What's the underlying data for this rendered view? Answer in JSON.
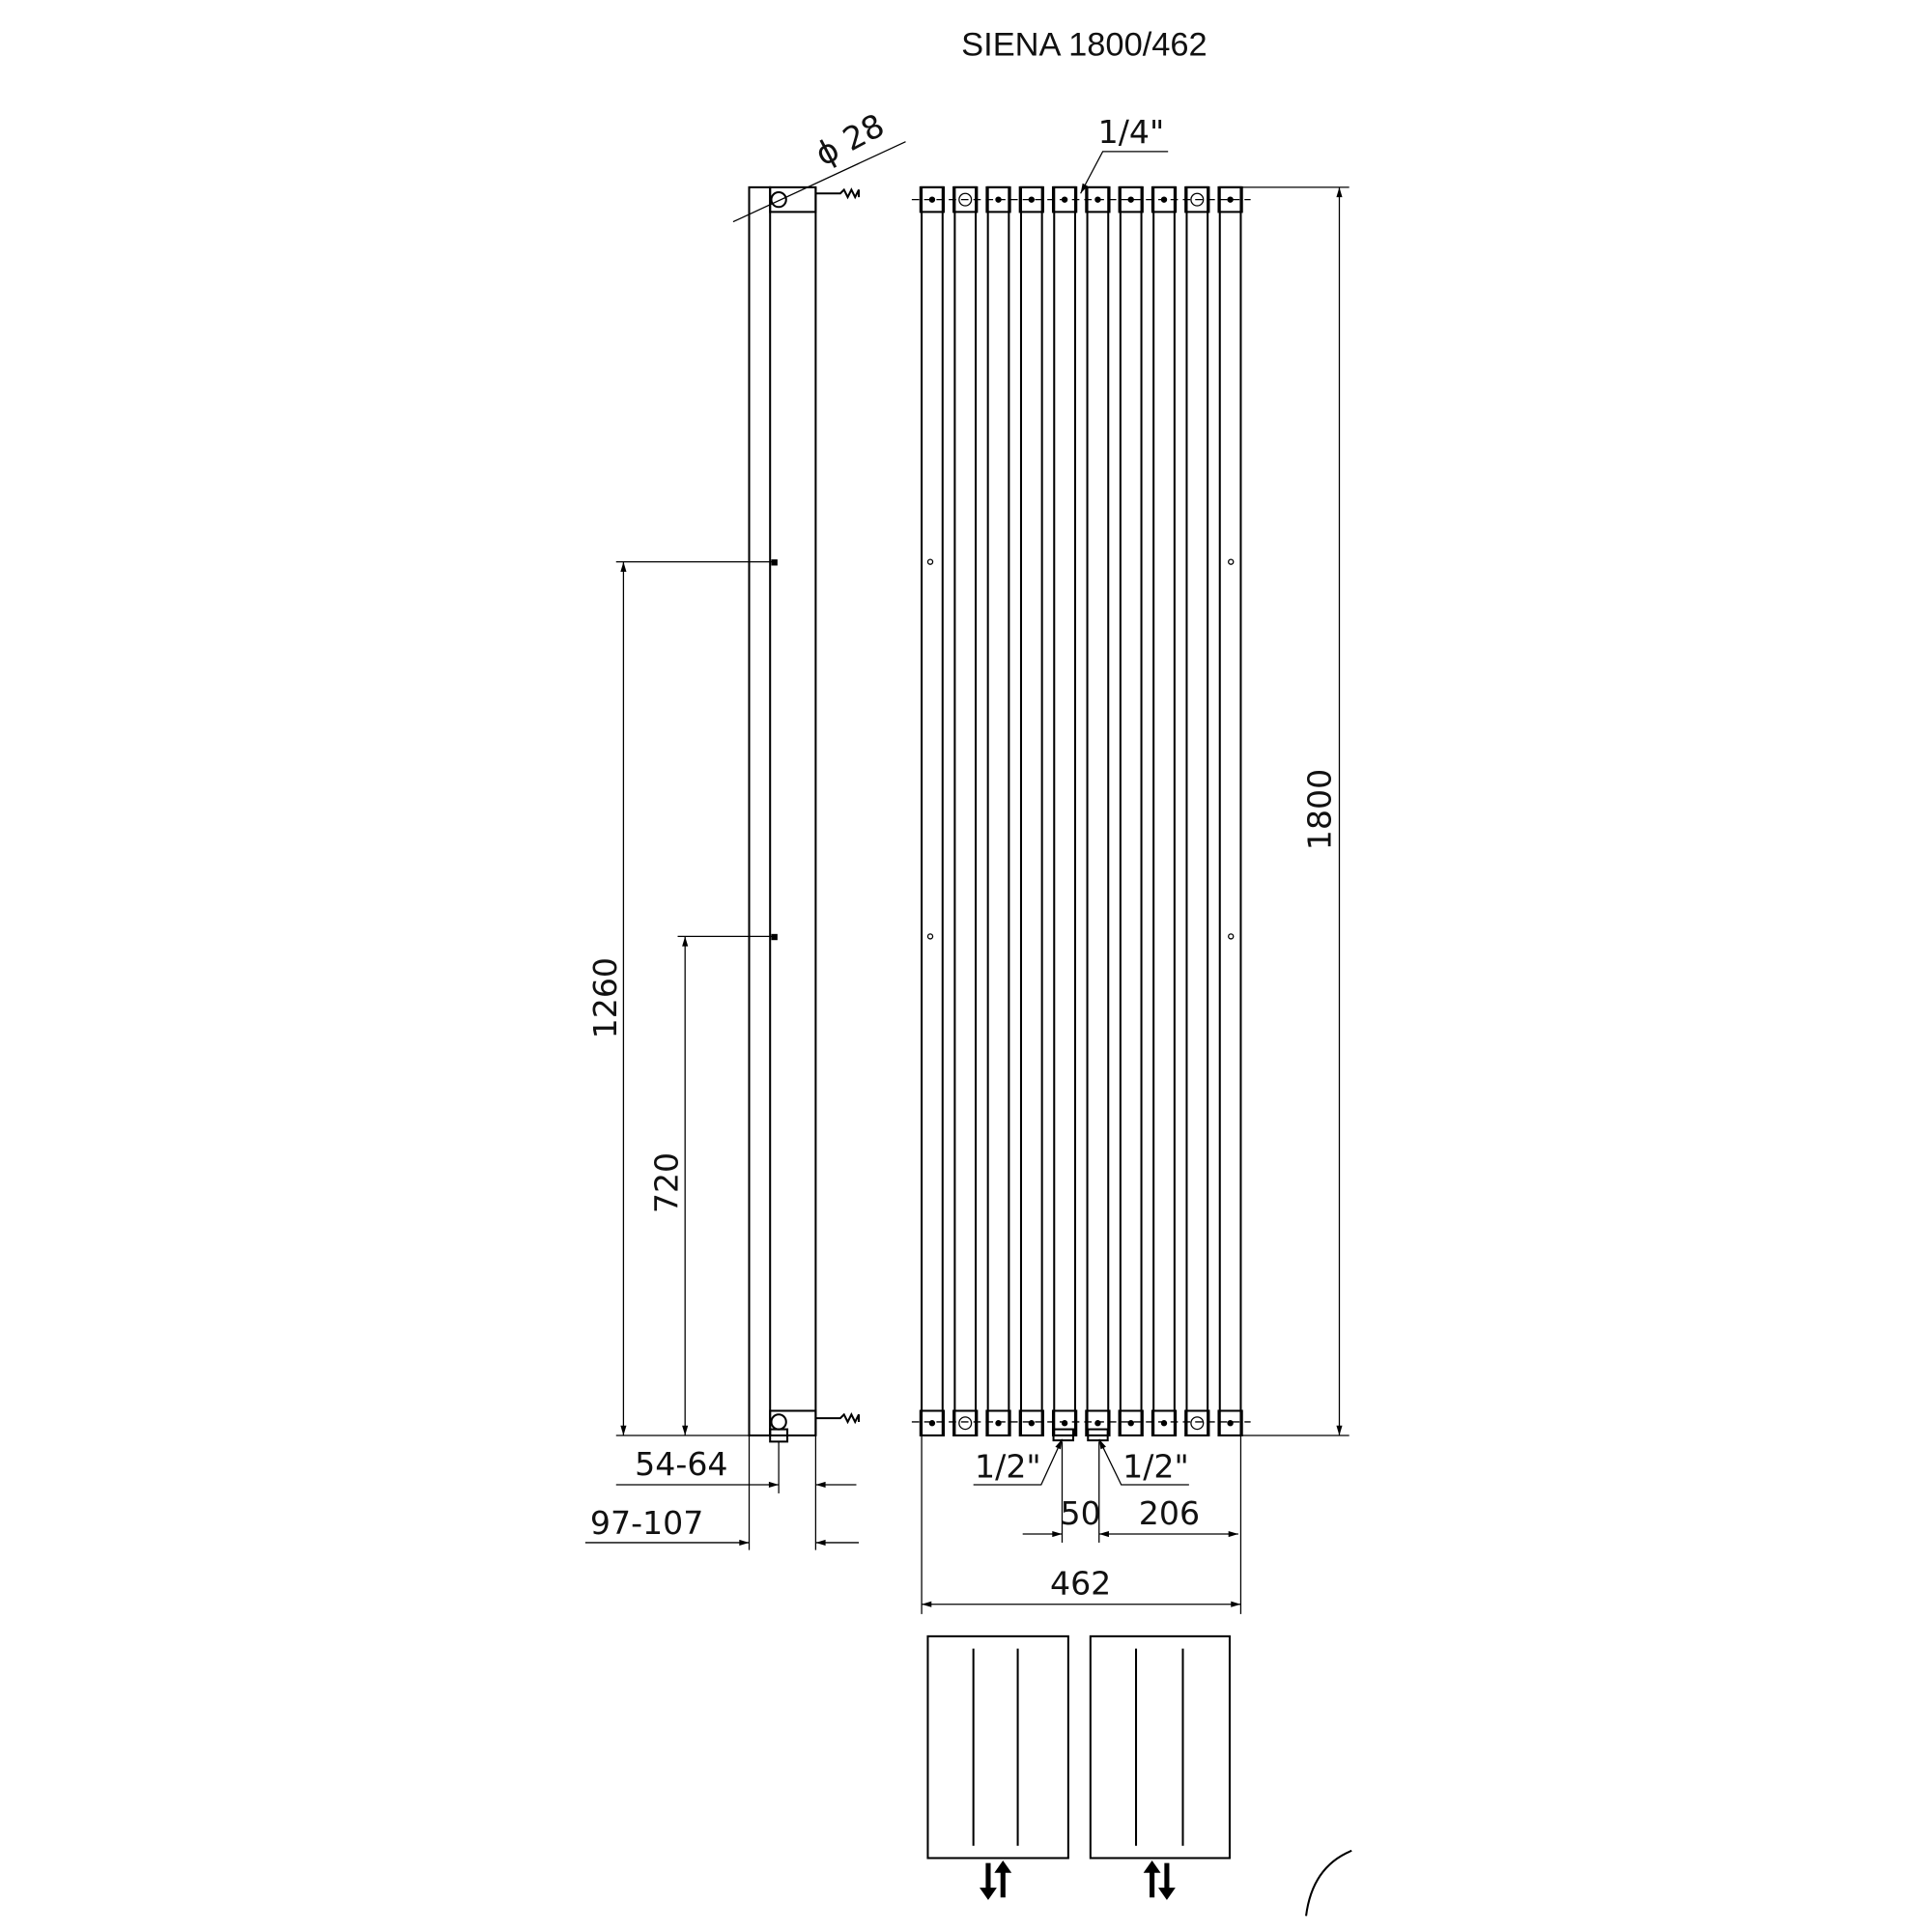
{
  "title": "SIENA 1800/462",
  "dimensions": {
    "height_total": "1800",
    "bracket_upper": "1260",
    "bracket_lower": "720",
    "wall_gap": "54-64",
    "depth": "97-107",
    "width_total": "462",
    "connection_spacing": "50",
    "connection_offset": "206",
    "pipe_diameter": "ϕ 28"
  },
  "threads": {
    "vent": "1/4\"",
    "inlet_left": "1/2\"",
    "inlet_right": "1/2\""
  },
  "panel": {
    "tube_count": 10
  }
}
